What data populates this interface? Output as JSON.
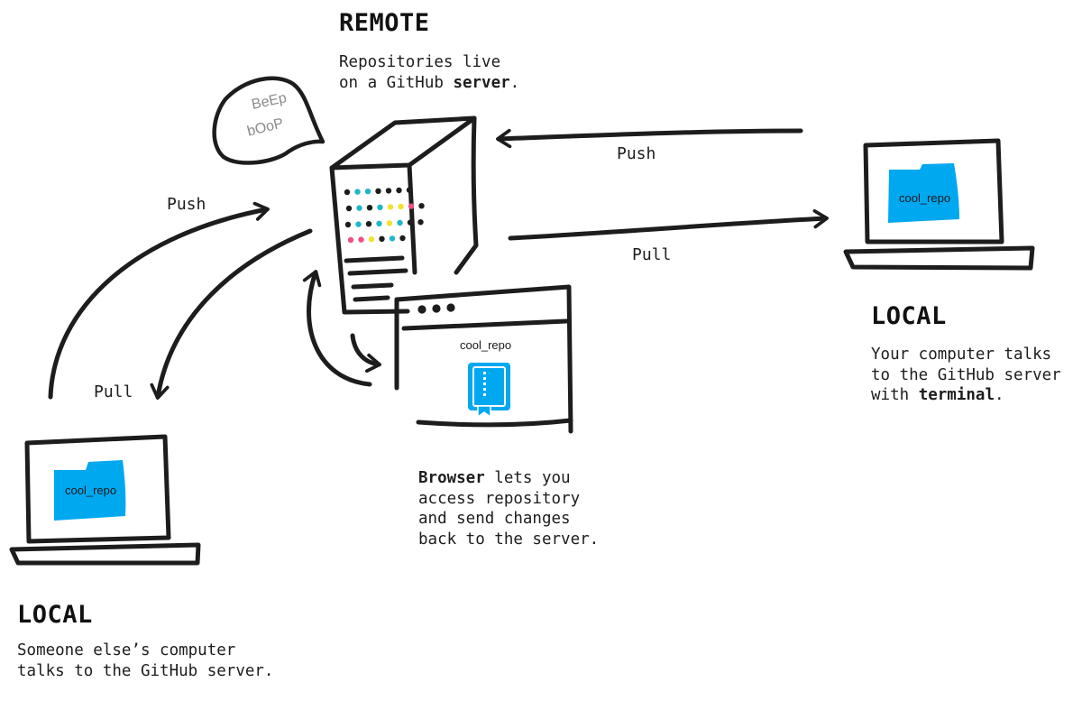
{
  "remote": {
    "heading": "REMOTE",
    "line1": "Repositories live",
    "line2_pre": "on a GitHub ",
    "line2_bold": "server",
    "line2_post": "."
  },
  "speech": {
    "line1": "BeEp",
    "line2": "bOoP"
  },
  "arrows": {
    "push_right": "Push",
    "pull_right": "Pull",
    "push_left": "Push",
    "pull_left": "Pull"
  },
  "local_right": {
    "heading": "LOCAL",
    "line1": "Your computer talks",
    "line2": "to the GitHub server",
    "line3_pre": "with ",
    "line3_bold": "terminal",
    "line3_post": ".",
    "folder_label": "cool_repo"
  },
  "browser": {
    "title": "cool_repo",
    "desc_bold": "Browser",
    "desc_rest1": " lets you",
    "line2": "access repository",
    "line3": "and send changes",
    "line4": "back to the server."
  },
  "local_left": {
    "heading": "LOCAL",
    "line1": "Someone else’s computer",
    "line2": "talks to the GitHub server.",
    "folder_label": "cool_repo"
  },
  "colors": {
    "ink": "#1d1d1d",
    "folder_blue": "#00a8f0",
    "led_cyan": "#1fb6c9",
    "led_yellow": "#f2e230",
    "led_pink": "#ee4f86"
  }
}
